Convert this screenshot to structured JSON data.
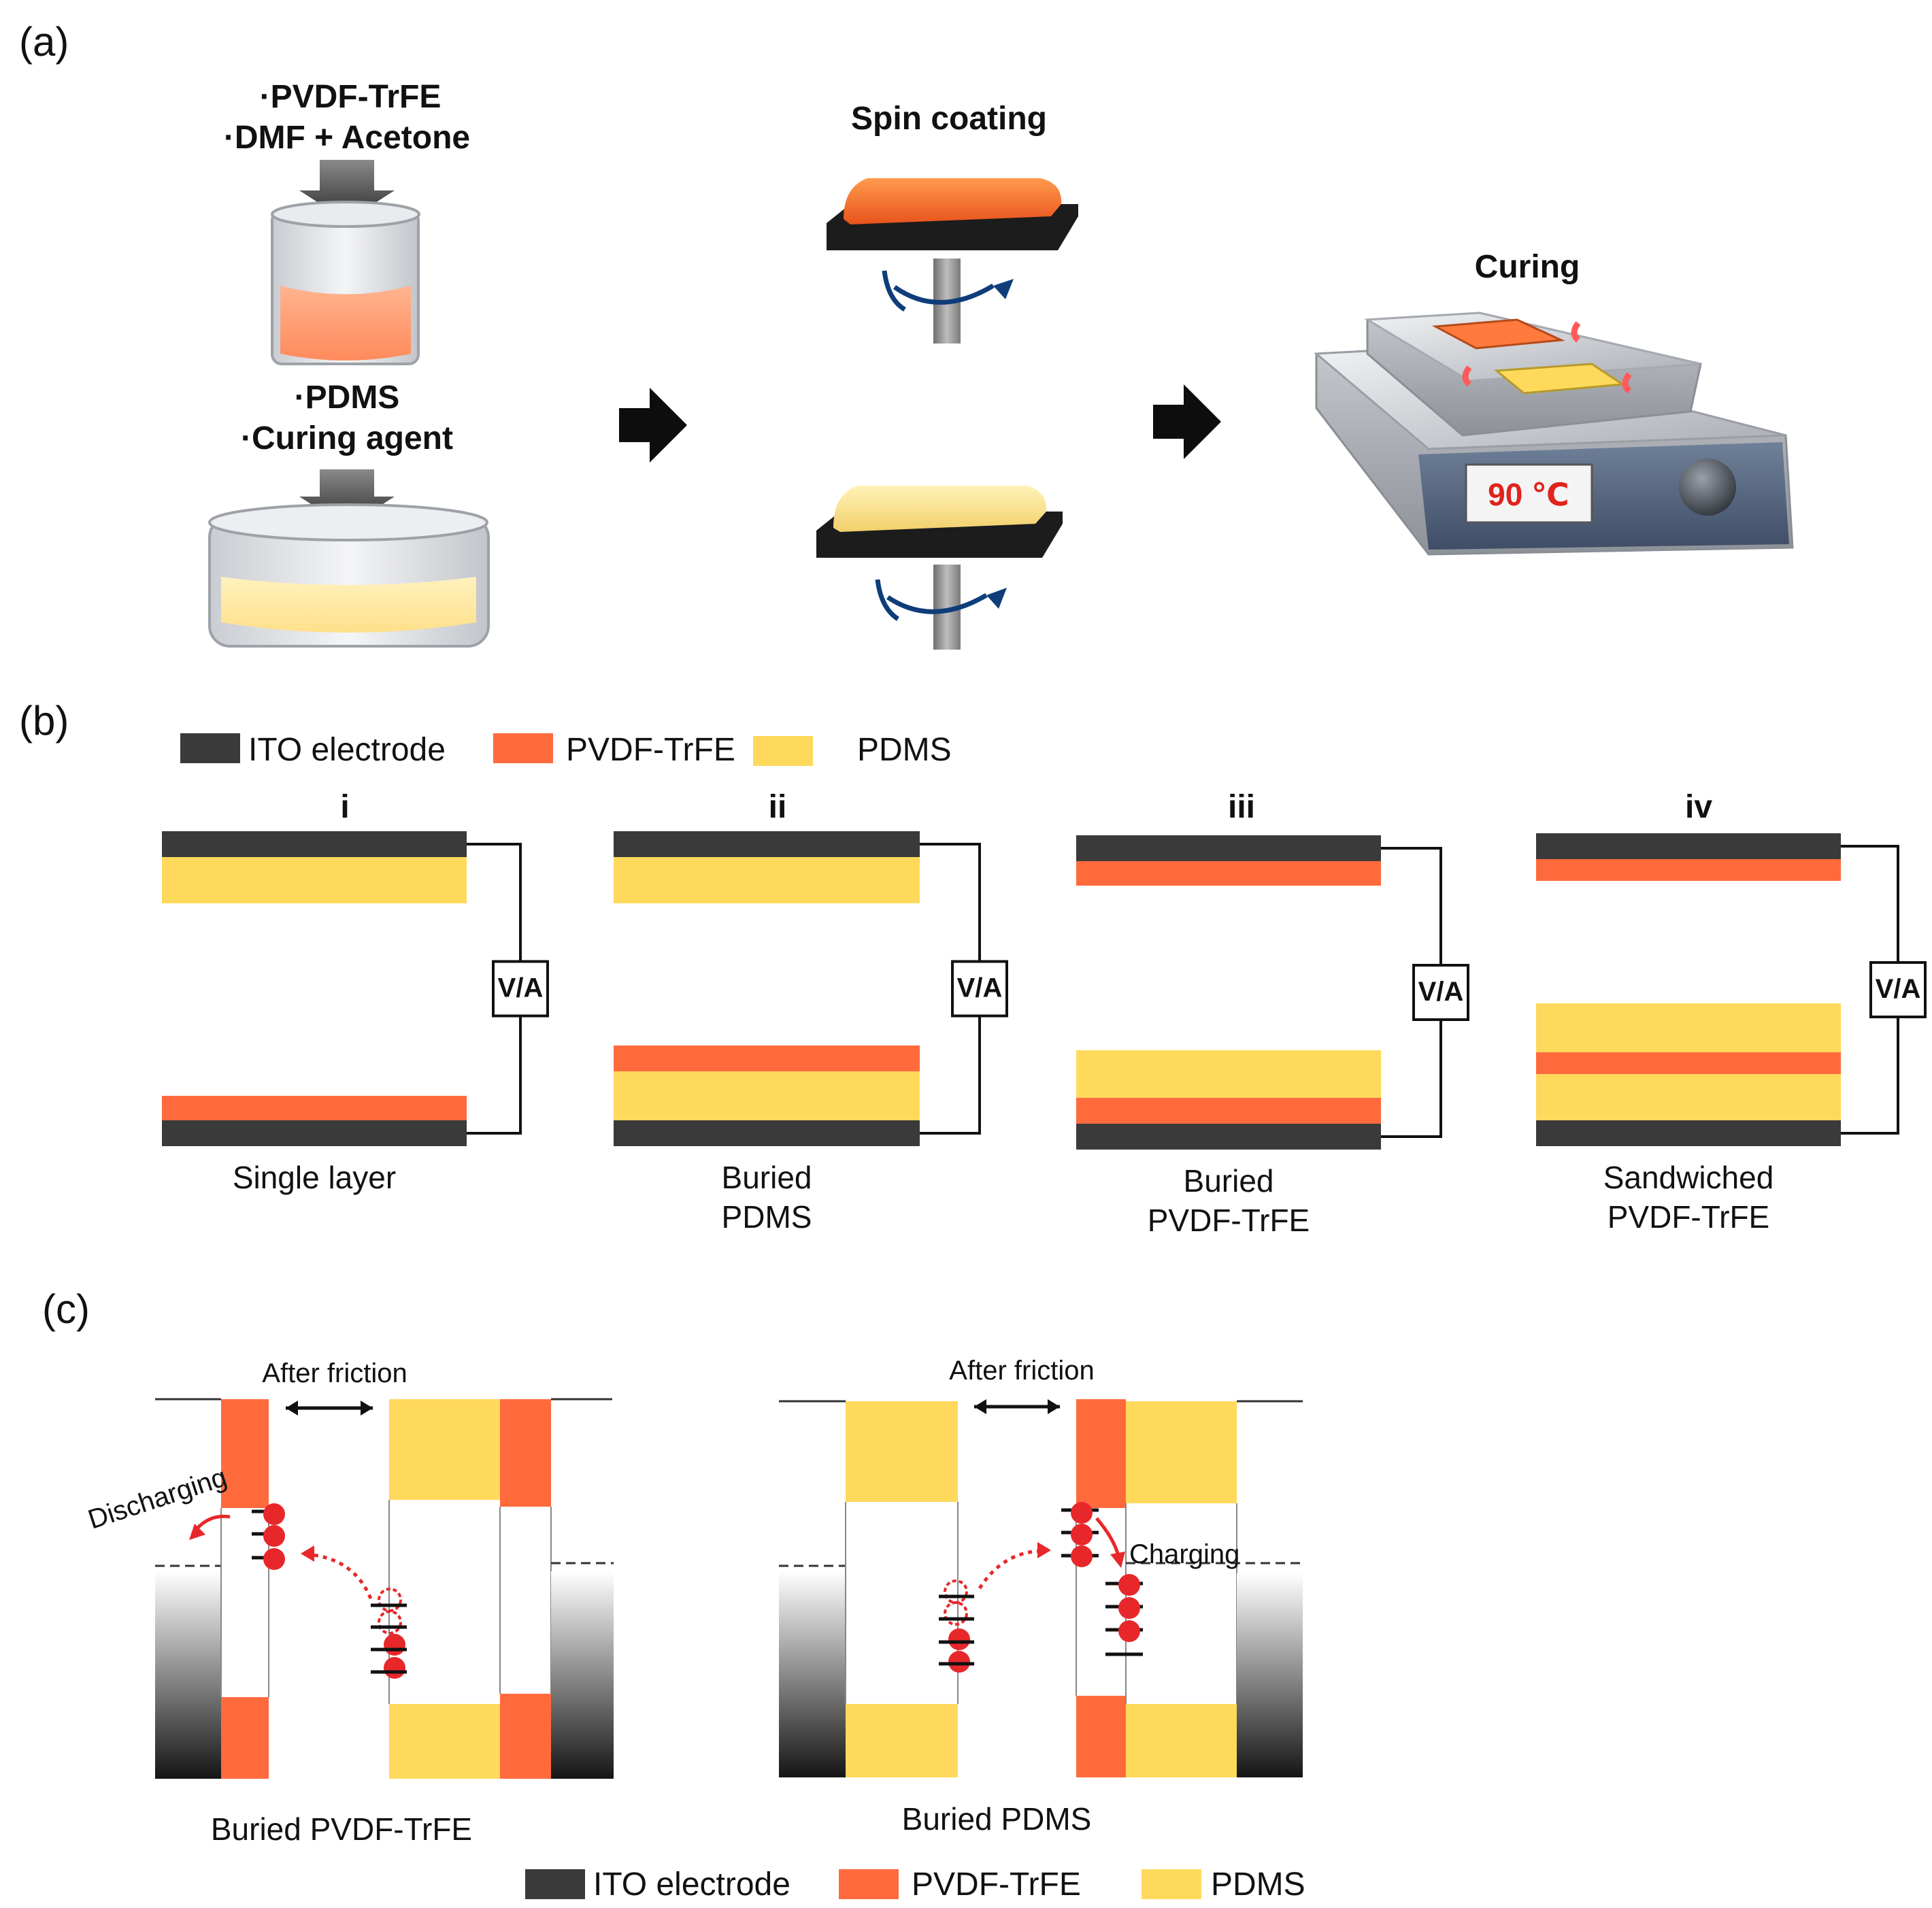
{
  "colors": {
    "ito": "#3a3a3a",
    "pvdf": "#ff6a3d",
    "pdms": "#ffd95c",
    "charge": "#e8272a",
    "arrow": "#0f3d7a"
  },
  "panel_a": {
    "label": "(a)",
    "ingredients_pvdf": [
      "·PVDF-TrFE",
      "·DMF + Acetone"
    ],
    "ingredients_pdms": [
      "·PDMS",
      "·Curing agent"
    ],
    "spin_title": "Spin coating",
    "curing_title": "Curing",
    "hotplate_temp": "90 ℃"
  },
  "panel_b": {
    "label": "(b)",
    "legend": [
      "ITO electrode",
      "PVDF-TrFE",
      "PDMS"
    ],
    "meter": "V/A",
    "configs": [
      {
        "numeral": "i",
        "caption": [
          "Single layer"
        ]
      },
      {
        "numeral": "ii",
        "caption": [
          "Buried",
          "PDMS"
        ]
      },
      {
        "numeral": "iii",
        "caption": [
          "Buried",
          "PVDF-TrFE"
        ]
      },
      {
        "numeral": "iv",
        "caption": [
          "Sandwiched",
          "PVDF-TrFE"
        ]
      }
    ]
  },
  "panel_c": {
    "label": "(c)",
    "left": {
      "top_label": "After friction",
      "process": "Discharging",
      "caption": "Buried PVDF-TrFE"
    },
    "right": {
      "top_label": "After friction",
      "process": "Charging",
      "caption": "Buried PDMS"
    },
    "legend": [
      "ITO electrode",
      "PVDF-TrFE",
      "PDMS"
    ]
  }
}
